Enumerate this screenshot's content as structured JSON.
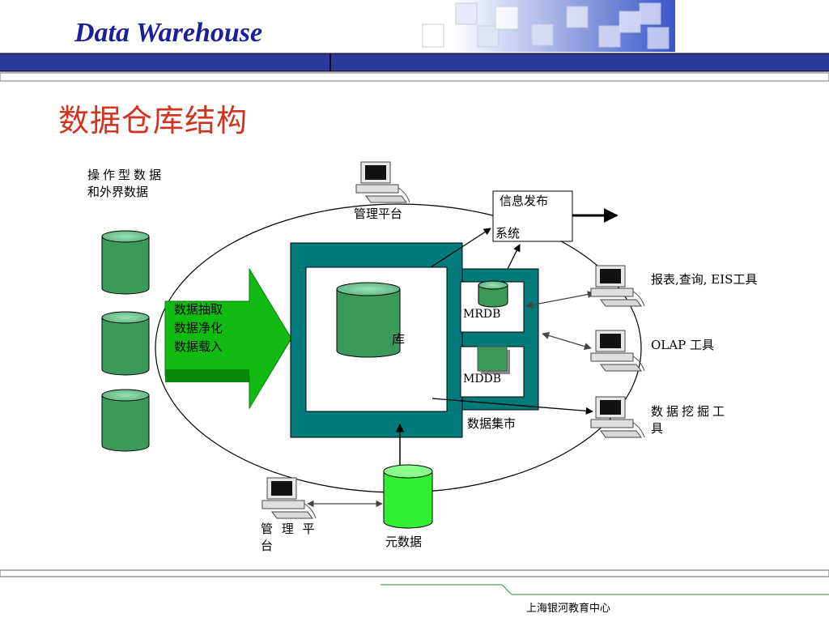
{
  "header": {
    "title": "Data Warehouse",
    "band_color": "#2b3a9a",
    "title_color": "#1c1f9a"
  },
  "slide": {
    "title": "数据仓库结构",
    "title_color": "#d0331f"
  },
  "diagram": {
    "sources_label_line1": "操作型数据",
    "sources_label_line2": "和外界数据",
    "etl_line1": "数据抽取",
    "etl_line2": "数据净化",
    "etl_line3": "数据载入",
    "warehouse_label": "库",
    "admin_top_label": "管理平台",
    "admin_bottom_label_line1": "管 理 平",
    "admin_bottom_label_line2": "台",
    "publish_line1": "信息发布",
    "publish_line2": "系统",
    "mrdb_label": "MRDB",
    "mddb_label": "MDDB",
    "datamart_label": "数据集市",
    "metadata_label": "元数据",
    "tool_report_label": "报表,查询, EIS工具",
    "tool_olap_label": "OLAP 工具",
    "tool_mining_line1": "数据挖掘工",
    "tool_mining_line2": "具",
    "colors": {
      "teal": "#007a7a",
      "cylinder_green": "#3a9a5a",
      "metadata_green": "#33ee33",
      "arrow_green": "#11bb11"
    }
  },
  "footer": {
    "text": "上海银河教育中心"
  }
}
